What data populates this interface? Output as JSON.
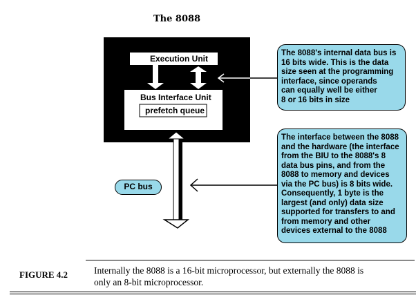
{
  "title": "The 8088",
  "blocks": {
    "execution_unit": "Execution Unit",
    "bus_interface_unit": "Bus Interface Unit",
    "prefetch_queue": "prefetch queue"
  },
  "callouts": {
    "internal": [
      "The 8088's internal data bus is",
      "16 bits wide. This is the data",
      "size seen at the programming",
      "interface, since operands",
      "can equally well be either",
      "8 or 16 bits in size"
    ],
    "external": [
      "The interface between the 8088",
      "and the hardware (the interface",
      "from the BIU to the 8088's 8",
      "data bus pins, and from the",
      "8088 to memory and devices",
      "via the PC bus) is 8 bits wide.",
      "Consequently, 1 byte is the",
      "largest (and only) data size",
      "supported for transfers to and",
      "from memory and other",
      "devices external to the 8088"
    ]
  },
  "pc_bus_label": "PC bus",
  "figure": {
    "label": "FIGURE 4.2",
    "caption_line1": "Internally the 8088 is a 16-bit microprocessor, but externally the  8088 is",
    "caption_line2": "only an 8-bit microprocessor."
  },
  "colors": {
    "callout_fill": "#99d9ea",
    "chip_fill": "#000000"
  }
}
